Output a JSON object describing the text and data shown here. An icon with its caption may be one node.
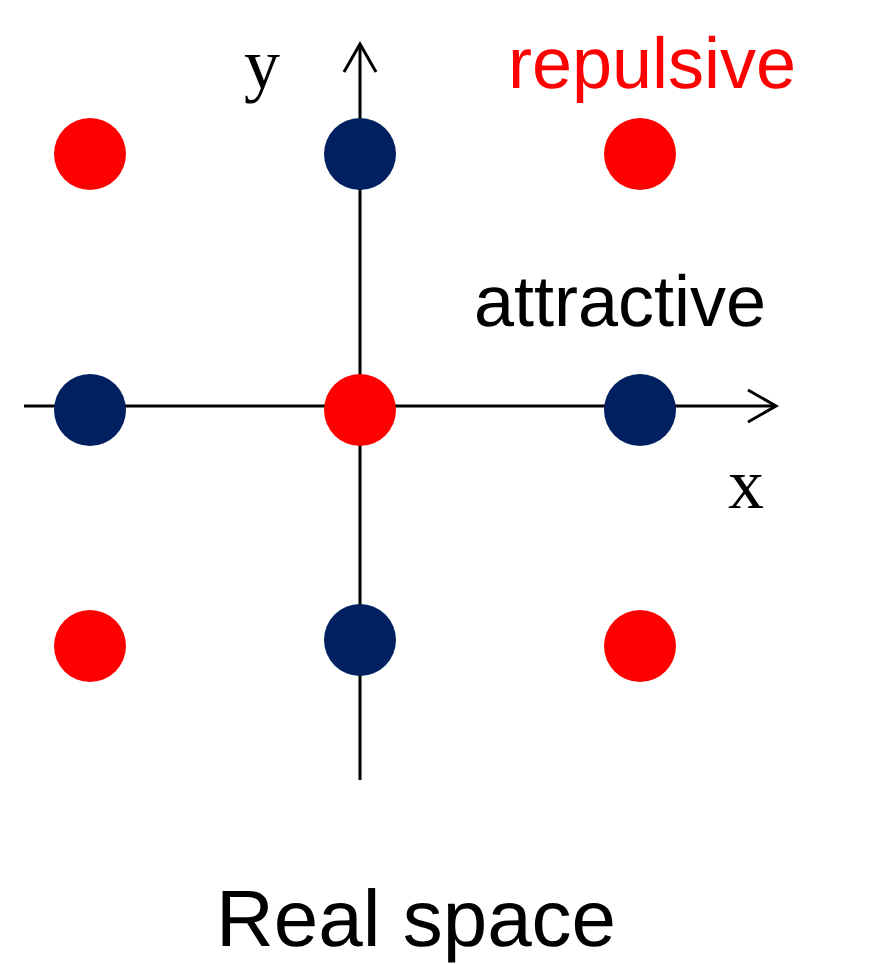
{
  "diagram": {
    "caption": "Real space",
    "labels": [
      "y",
      "repulsive",
      "attractive",
      "x"
    ]
  }
}
